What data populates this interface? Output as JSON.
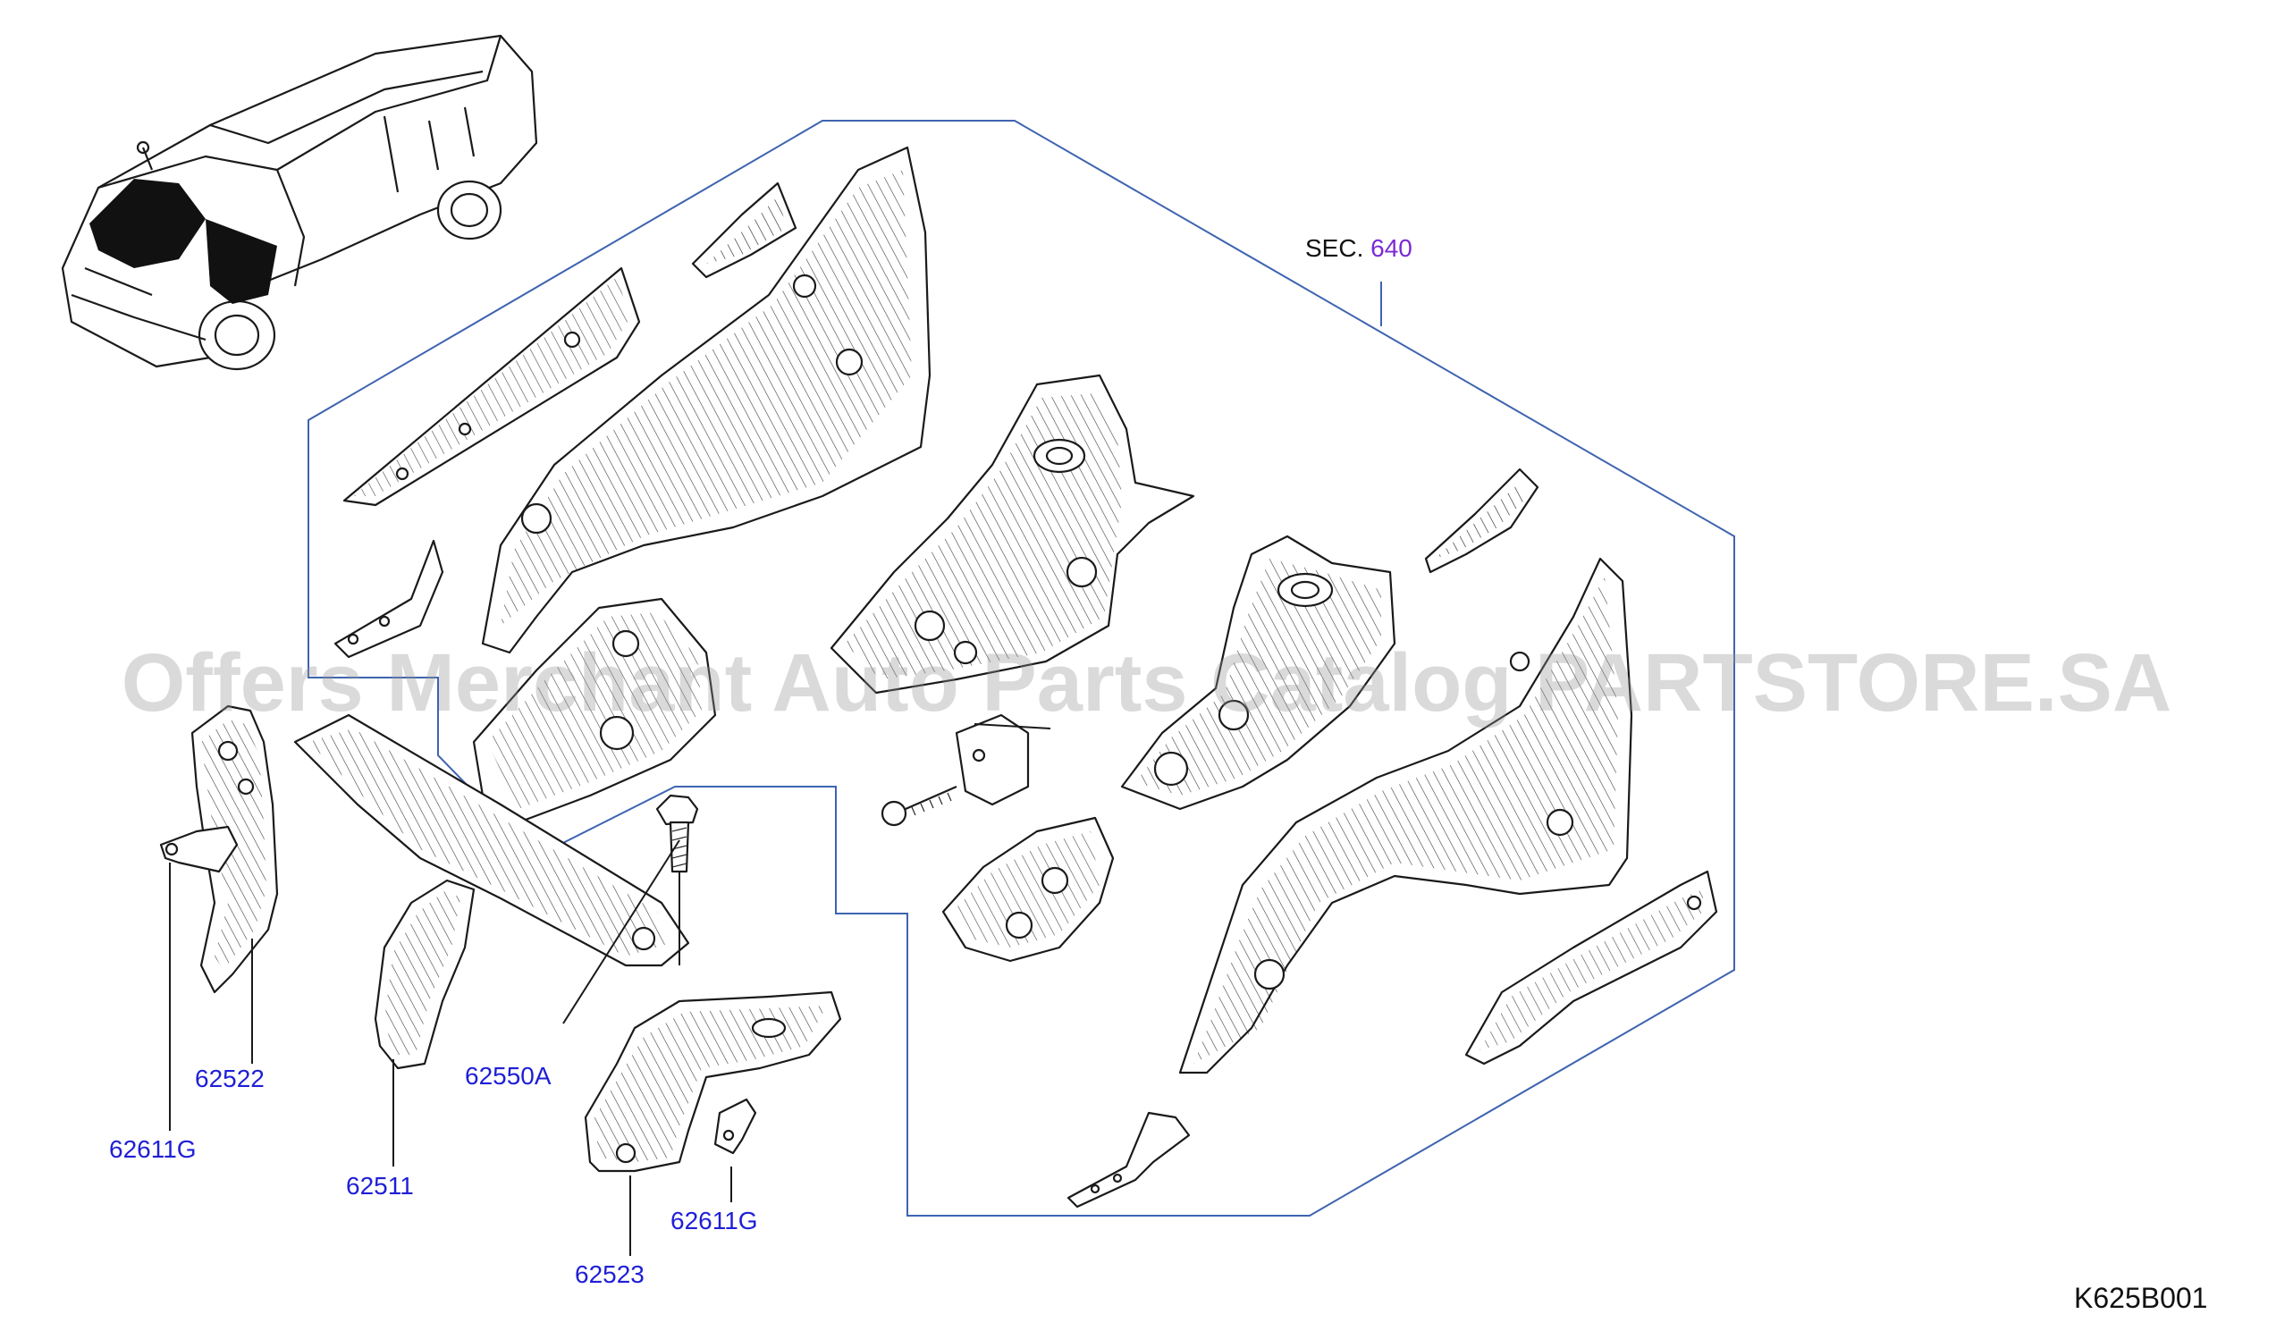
{
  "section": {
    "prefix": "SEC.",
    "number": "640"
  },
  "parts": [
    {
      "id": "p62522",
      "label": "62522"
    },
    {
      "id": "p62611g_left",
      "label": "62611G"
    },
    {
      "id": "p62511",
      "label": "62511"
    },
    {
      "id": "p62550a",
      "label": "62550A"
    },
    {
      "id": "p62611g_right",
      "label": "62611G"
    },
    {
      "id": "p62523",
      "label": "62523"
    }
  ],
  "diagram_code": "K625B001",
  "watermark": "Offers Merchant Auto Parts Catalog PARTSTORE.SA",
  "colors": {
    "part_label": "#1f1fd6",
    "section_number": "#7b2ad4",
    "boundary_line": "#3e64b0",
    "line_art": "#1a1a1a"
  }
}
